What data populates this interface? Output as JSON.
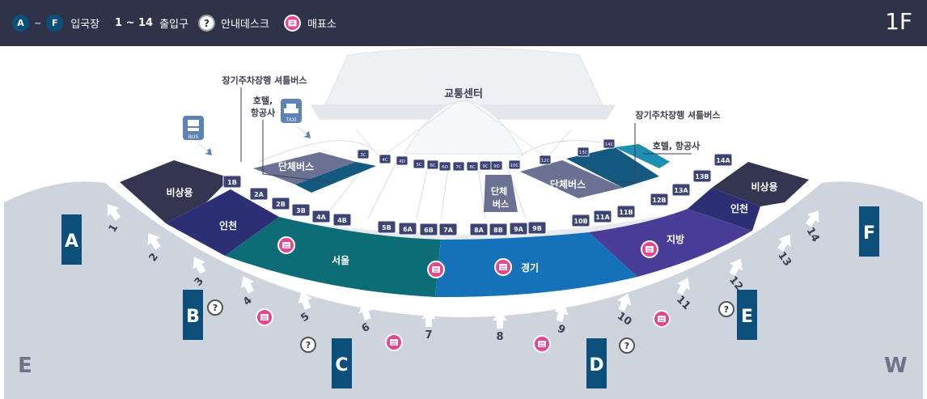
{
  "legend": {
    "gate_from": "A",
    "tilde": "~",
    "gate_to": "F",
    "gate_label": "입국장",
    "exit_range": "1 ~ 14",
    "exit_label": "출입구",
    "info_symbol": "?",
    "info_label": "안내데스크",
    "ticket_label": "매표소"
  },
  "floor_label": "1F",
  "compass": {
    "east": "E",
    "west": "W"
  },
  "colors": {
    "topbar": "#2f3349",
    "gate_blue": "#0b4f7a",
    "seoul": "#0d6d77",
    "gyeonggi": "#1672b8",
    "jibang": "#4a3d97",
    "incheon": "#2c2f74",
    "emergency": "#343651",
    "concourse": "#ced4de",
    "shuttle": "#14597f",
    "ticket_pink": "#e64592",
    "stop_sign": "#3c4375"
  },
  "areas": {
    "seoul": "서울",
    "gyeonggi": "경기",
    "jibang": "지방",
    "incheon_left": "인천",
    "incheon_right": "인천",
    "emergency_left": "비상용",
    "emergency_right": "비상용",
    "group_bus_left": "단체버스",
    "group_bus_mid_1": "단체",
    "group_bus_mid_2": "버스",
    "group_bus_right": "단체버스",
    "transport_center": "교통센터"
  },
  "callouts": {
    "shuttle_left": "장기주차장행 셔틀버스",
    "hotel_left_1": "호텔,",
    "hotel_left_2": "항공사",
    "shuttle_right": "장기주차장행 셔틀버스",
    "hotel_right": "호텔, 항공사",
    "bus_icon": "BUS",
    "taxi_icon": "TAXI"
  },
  "gates": [
    "A",
    "B",
    "C",
    "D",
    "E",
    "F"
  ],
  "exits": [
    "1",
    "2",
    "3",
    "4",
    "5",
    "6",
    "7",
    "8",
    "9",
    "10",
    "11",
    "12",
    "13",
    "14"
  ],
  "stops": [
    "1B",
    "2A",
    "2B",
    "3B",
    "4A",
    "4B",
    "5B",
    "6A",
    "6B",
    "7A",
    "8A",
    "8B",
    "9A",
    "9B",
    "10B",
    "11A",
    "11B",
    "12B",
    "13A",
    "13B",
    "14A"
  ],
  "stops_inner": [
    "3C",
    "4C",
    "4D",
    "5C",
    "6C",
    "6D",
    "7C",
    "8C",
    "9C",
    "9D",
    "10C",
    "12C",
    "13C",
    "14C"
  ]
}
